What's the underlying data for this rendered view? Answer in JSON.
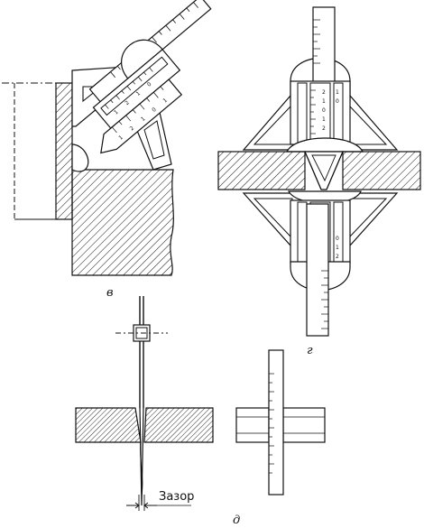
{
  "labels": {
    "fig_v": "в",
    "fig_g": "г",
    "fig_d": "д",
    "gap": "Зазор"
  },
  "scale_digits": {
    "v_slider": [
      "1",
      "2",
      "1",
      "0"
    ],
    "v_blade": [
      "1",
      "2",
      "1",
      "0",
      "1"
    ],
    "g_top": [
      "2",
      "1",
      "0",
      "1",
      "2",
      "1",
      "0"
    ],
    "g_bottom": [
      "0",
      "1",
      "2",
      "0",
      "1",
      "2"
    ]
  },
  "colors": {
    "ink": "#111111",
    "paper": "#ffffff"
  }
}
